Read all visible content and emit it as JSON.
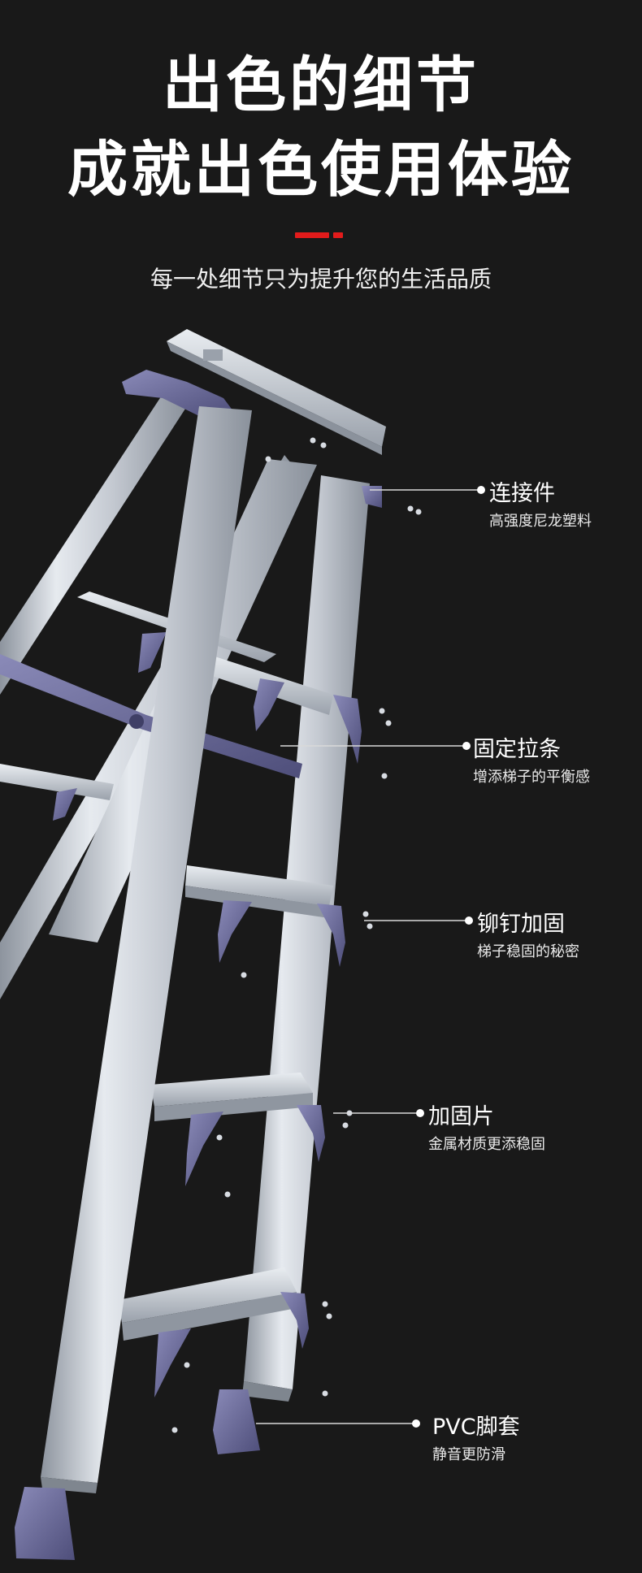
{
  "header": {
    "title_line1": "出色的细节",
    "title_line2": "成就出色使用体验",
    "subtitle": "每一处细节只为提升您的生活品质"
  },
  "colors": {
    "background": "#191919",
    "accent": "#e21b1b",
    "aluminum": "#c9ced6",
    "plastic_purple": "#6a6a9a"
  },
  "callouts": [
    {
      "title": "连接件",
      "desc": "高强度尼龙塑料"
    },
    {
      "title": "固定拉条",
      "desc": "增添梯子的平衡感"
    },
    {
      "title": "铆钉加固",
      "desc": "梯子稳固的秘密"
    },
    {
      "title": "加固片",
      "desc": "金属材质更添稳固"
    },
    {
      "title": "PVC脚套",
      "desc": "静音更防滑"
    }
  ]
}
